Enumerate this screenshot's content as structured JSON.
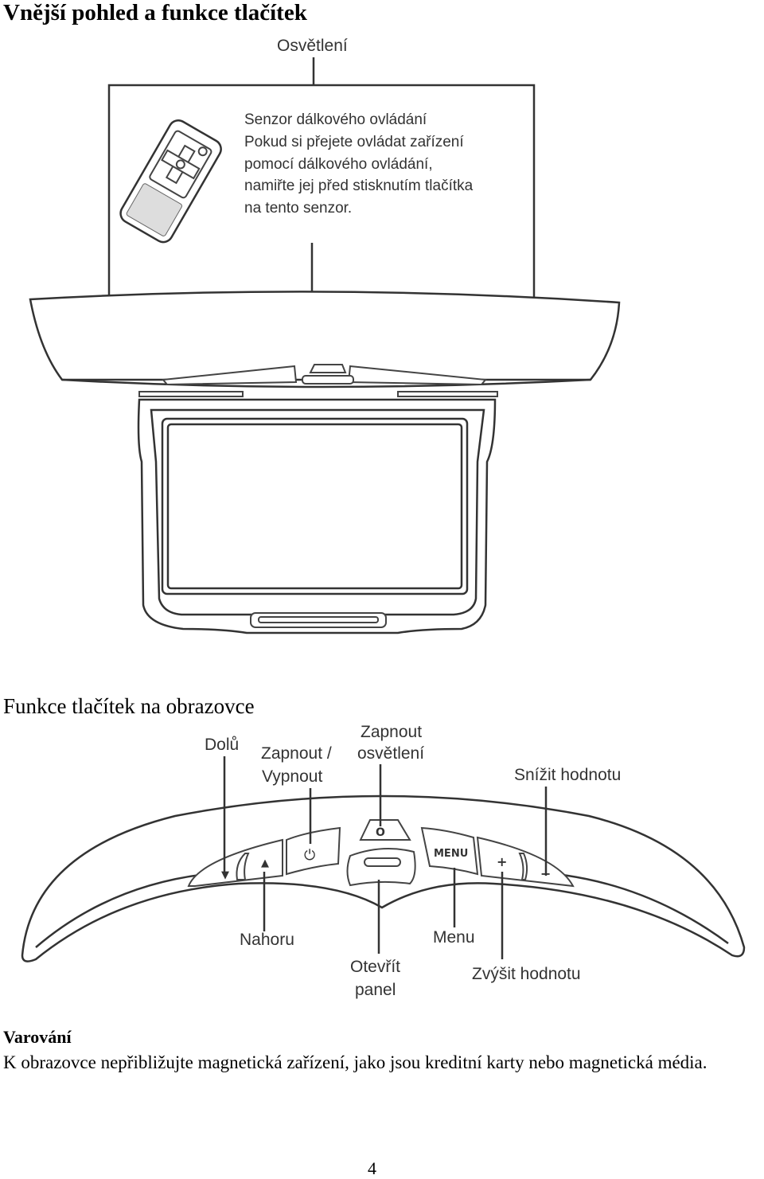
{
  "page": {
    "title": "Vnější pohled a funkce tlačítek",
    "section2_title": "Funkce tlačítek na obrazovce",
    "warning_heading": "Varování",
    "warning_text": "K obrazovce nepřibližujte magnetická zařízení, jako jsou kreditní karty nebo magnetická média.",
    "page_number": "4"
  },
  "diagram1": {
    "label_lighting": "Osvětlení",
    "sensor_lines": [
      "Senzor dálkového ovládání",
      "Pokud si přejete ovládat zařízení",
      "pomocí dálkového ovládání,",
      "namiřte jej před stisknutím tlačítka",
      "na tento senzor."
    ]
  },
  "diagram2": {
    "labels": {
      "down": "Dolů",
      "power_1": "Zapnout /",
      "power_2": "Vypnout",
      "light_1": "Zapnout",
      "light_2": "osvětlení",
      "decrease": "Snížit hodnotu",
      "up": "Nahoru",
      "open_1": "Otevřít",
      "open_2": "panel",
      "menu": "Menu",
      "increase": "Zvýšit hodnotu"
    },
    "button_glyphs": {
      "down": "▼",
      "up": "▲",
      "power": "⏻",
      "light": "O",
      "menu": "MENU",
      "plus": "+",
      "minus": "−"
    }
  }
}
